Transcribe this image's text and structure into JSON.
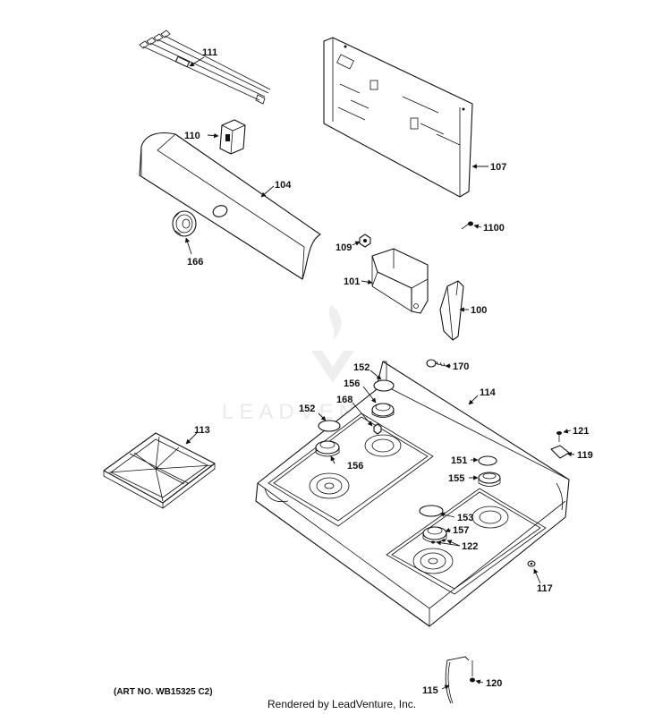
{
  "watermark": {
    "text": "LEADVENTURE"
  },
  "labels": {
    "p111": "111",
    "p107": "107",
    "p110": "110",
    "p104": "104",
    "p166": "166",
    "p1100": "1100",
    "p109": "109",
    "p101": "101",
    "p100": "100",
    "p152a": "152",
    "p170": "170",
    "p156a": "156",
    "p168": "168",
    "p152b": "152",
    "p114": "114",
    "p113": "113",
    "p156b": "156",
    "p121": "121",
    "p151": "151",
    "p119": "119",
    "p155": "155",
    "p153": "153",
    "p157": "157",
    "p122": "122",
    "p117": "117",
    "p120": "120",
    "p115": "115"
  },
  "footer": {
    "art_no": "(ART NO. WB15325 C2)",
    "rendered_by": "Rendered by LeadVenture, Inc."
  }
}
